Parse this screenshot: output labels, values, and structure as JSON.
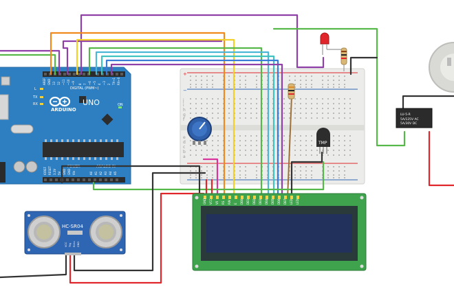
{
  "arduino": {
    "logo_text": "ARDUINO",
    "model_text": "UNO",
    "digital_label": "DIGITAL (PWM~)",
    "power_label": "POWER",
    "analog_label": "ANALOG IN",
    "top_pins": [
      "AREF",
      "GND",
      "13",
      "12",
      "~11",
      "~10",
      "~9",
      "8",
      "7",
      "~6",
      "~5",
      "4",
      "~3",
      "2",
      "TX→1",
      "RX←0"
    ],
    "bottom_pins": [
      "IOREF",
      "RESET",
      "3.3V",
      "5V",
      "GND",
      "GND",
      "Vin",
      "A0",
      "A1",
      "A2",
      "A3",
      "A4",
      "A5"
    ],
    "led_labels": [
      "L",
      "TX",
      "RX"
    ],
    "on_label": "ON"
  },
  "breadboard": {
    "row_letters_top": [
      "j",
      "i",
      "h",
      "g",
      "f"
    ],
    "row_letters_bottom": [
      "e",
      "d",
      "c",
      "b",
      "a"
    ],
    "rail_plus": "+",
    "rail_minus": "−"
  },
  "sensor": {
    "label": "HC-SR04",
    "pins": [
      "VCC",
      "Trig",
      "Echo",
      "GND"
    ]
  },
  "lcd": {
    "pins": [
      "GND",
      "VCC",
      "V0",
      "RS",
      "RW",
      "E",
      "DB0",
      "DB1",
      "DB2",
      "DB3",
      "DB4",
      "DB5",
      "DB6",
      "DB7",
      "LED",
      "LED"
    ]
  },
  "temp_sensor": {
    "label": "TMP"
  },
  "relay": {
    "line1": "LU-5-R",
    "line2": "5A/125V AC",
    "line3": "5A/30V DC"
  },
  "colors": {
    "arduino_blue": "#2e7fc1",
    "breadboard": "#ececea",
    "lcd_board": "#3fa34d",
    "lcd_screen": "#22305c",
    "sensor_blue": "#2f66b4",
    "wire_red": "#e0262b",
    "wire_black": "#333333",
    "wire_purple": "#8e3fa8",
    "wire_orange": "#f08a1c",
    "wire_yellow": "#f2cf2b",
    "wire_green": "#57b84a",
    "wire_cyan": "#4bb7d6",
    "wire_blue": "#3a7bd8",
    "wire_magenta": "#d9349b"
  }
}
